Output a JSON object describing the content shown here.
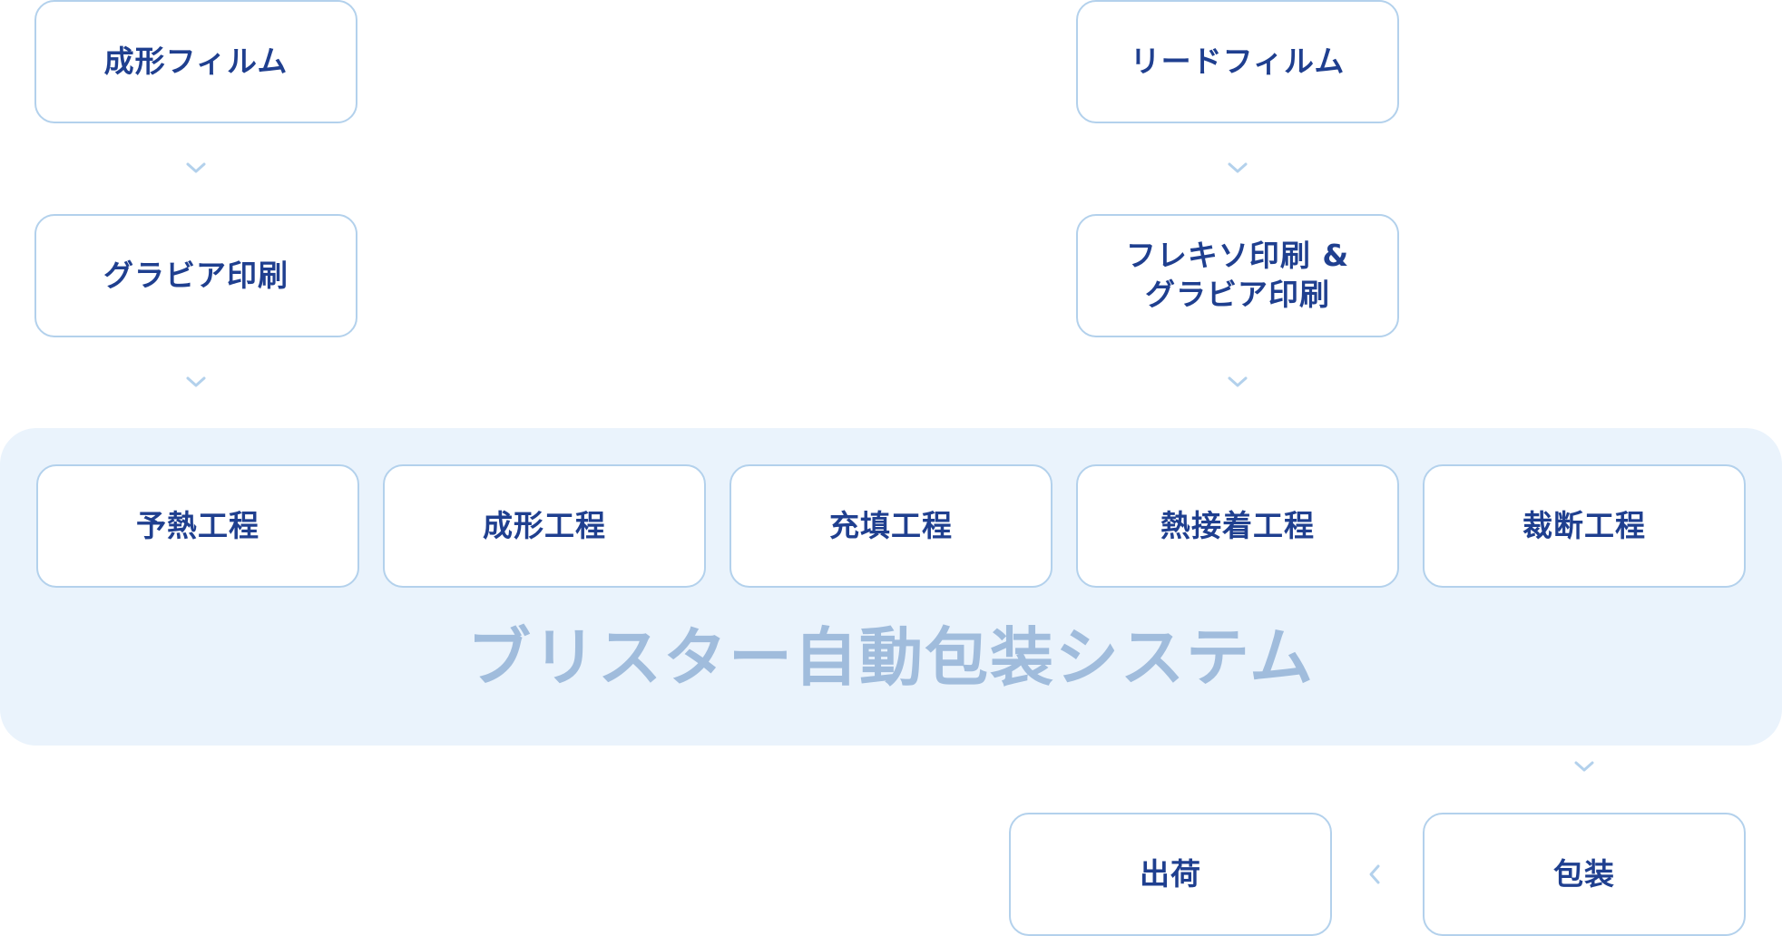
{
  "accent_color": "#1f3f8f",
  "border_color": "#b3d1ec",
  "panel_color": "#eaf3fc",
  "panel_title_color": "#a0bcdc",
  "forming_branch": {
    "film": "成形フィルム",
    "printing": "グラビア印刷"
  },
  "lid_branch": {
    "film": "リードフィルム",
    "printing": "フレキソ印刷 &\nグラビア印刷"
  },
  "system": {
    "title": "ブリスター自動包装システム",
    "steps": [
      "予熱工程",
      "成形工程",
      "充填工程",
      "熱接着工程",
      "裁断工程"
    ]
  },
  "output": {
    "packaging": "包装",
    "shipping": "出荷"
  },
  "icons": {
    "down_arrow": "chevron-down-icon",
    "left_arrow": "chevron-left-icon"
  }
}
